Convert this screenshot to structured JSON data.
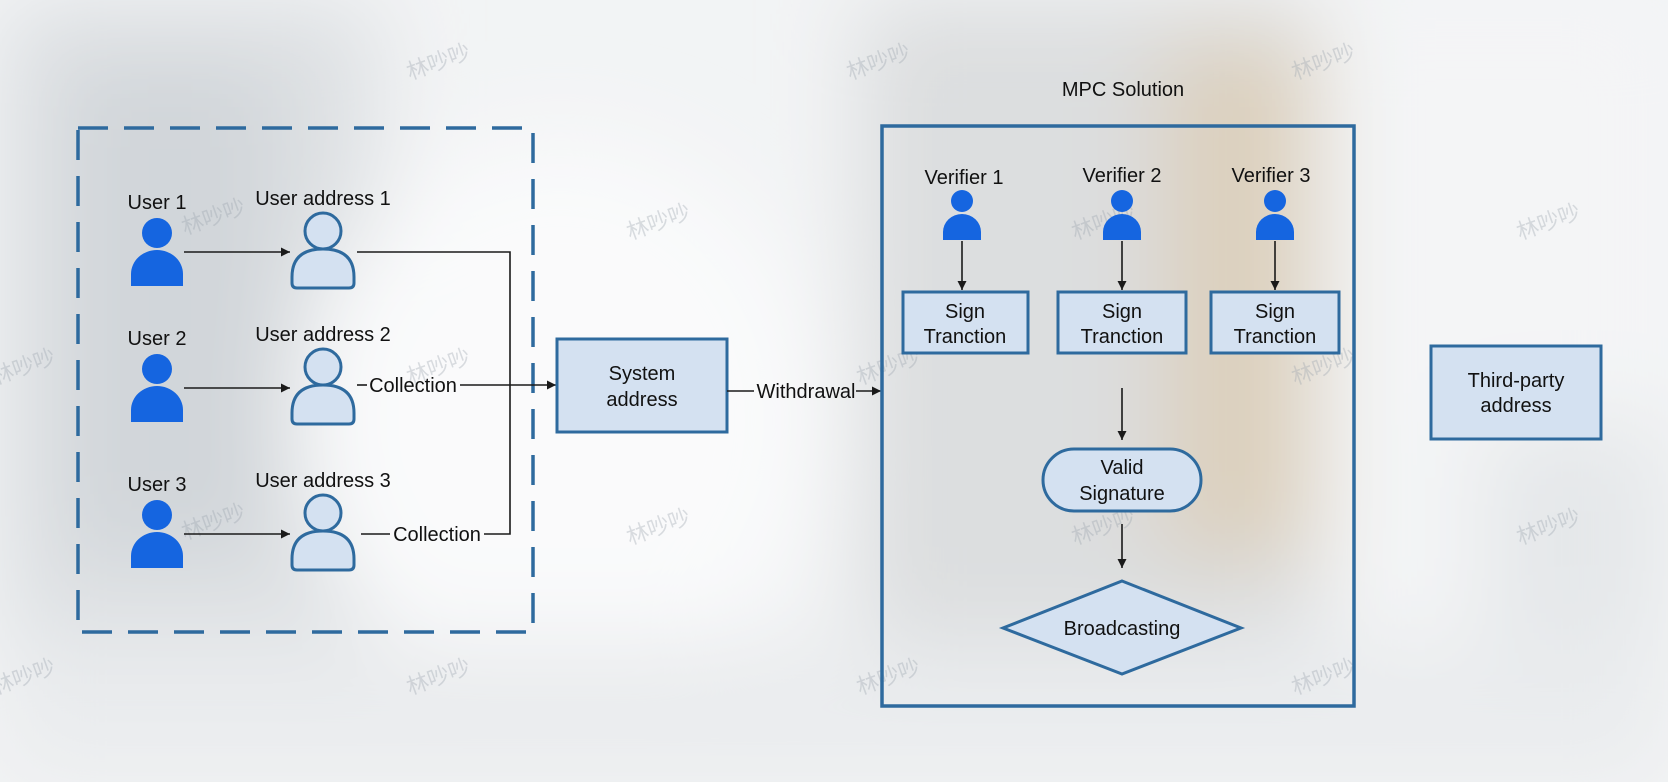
{
  "mpc_title": "MPC Solution",
  "users": [
    {
      "user": "User 1",
      "address": "User address 1"
    },
    {
      "user": "User 2",
      "address": "User address 2"
    },
    {
      "user": "User 3",
      "address": "User address 3"
    }
  ],
  "edges": {
    "collection_2": "Collection",
    "collection_3": "Collection",
    "withdrawal": "Withdrawal"
  },
  "system_address": [
    "System",
    "address"
  ],
  "verifiers": [
    {
      "name": "Verifier 1",
      "box": [
        "Sign",
        "Tranction"
      ]
    },
    {
      "name": "Verifier 2",
      "box": [
        "Sign",
        "Tranction"
      ]
    },
    {
      "name": "Verifier 3",
      "box": [
        "Sign",
        "Tranction"
      ]
    }
  ],
  "valid_signature": [
    "Valid",
    "Signature"
  ],
  "broadcasting": "Broadcasting",
  "third_party": [
    "Third-party",
    "address"
  ],
  "watermark": "林吵吵",
  "colors": {
    "frame": "#2e6a9e",
    "person_solid": "#1565e0",
    "box_fill": "#d4e1f1",
    "box_stroke": "#2e6a9e",
    "line": "#1a1a1a"
  }
}
